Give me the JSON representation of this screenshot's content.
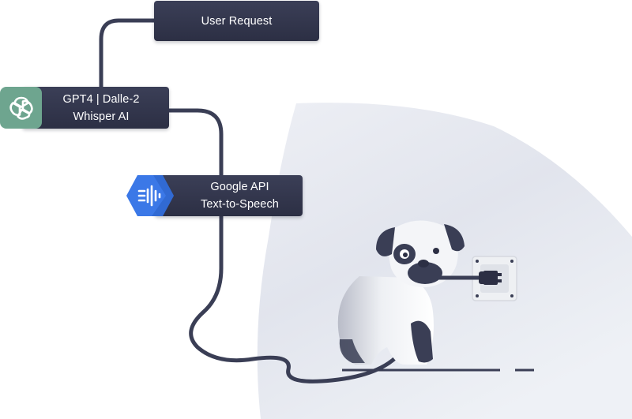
{
  "nodes": {
    "user_request": {
      "label": "User Request"
    },
    "gpt": {
      "line1": "GPT4 | Dalle-2",
      "line2": "Whisper AI"
    },
    "google": {
      "line1": "Google API",
      "line2": "Text-to-Speech"
    }
  },
  "icons": {
    "gpt_badge": "openai-logo-icon",
    "google_badge": "google-speech-icon"
  },
  "colors": {
    "node_bg": "#2f3248",
    "cable": "#3a3e55",
    "openai_green": "#6ea58f",
    "google_blue": "#3b78e7",
    "spotlight": "#e3e6ee"
  }
}
